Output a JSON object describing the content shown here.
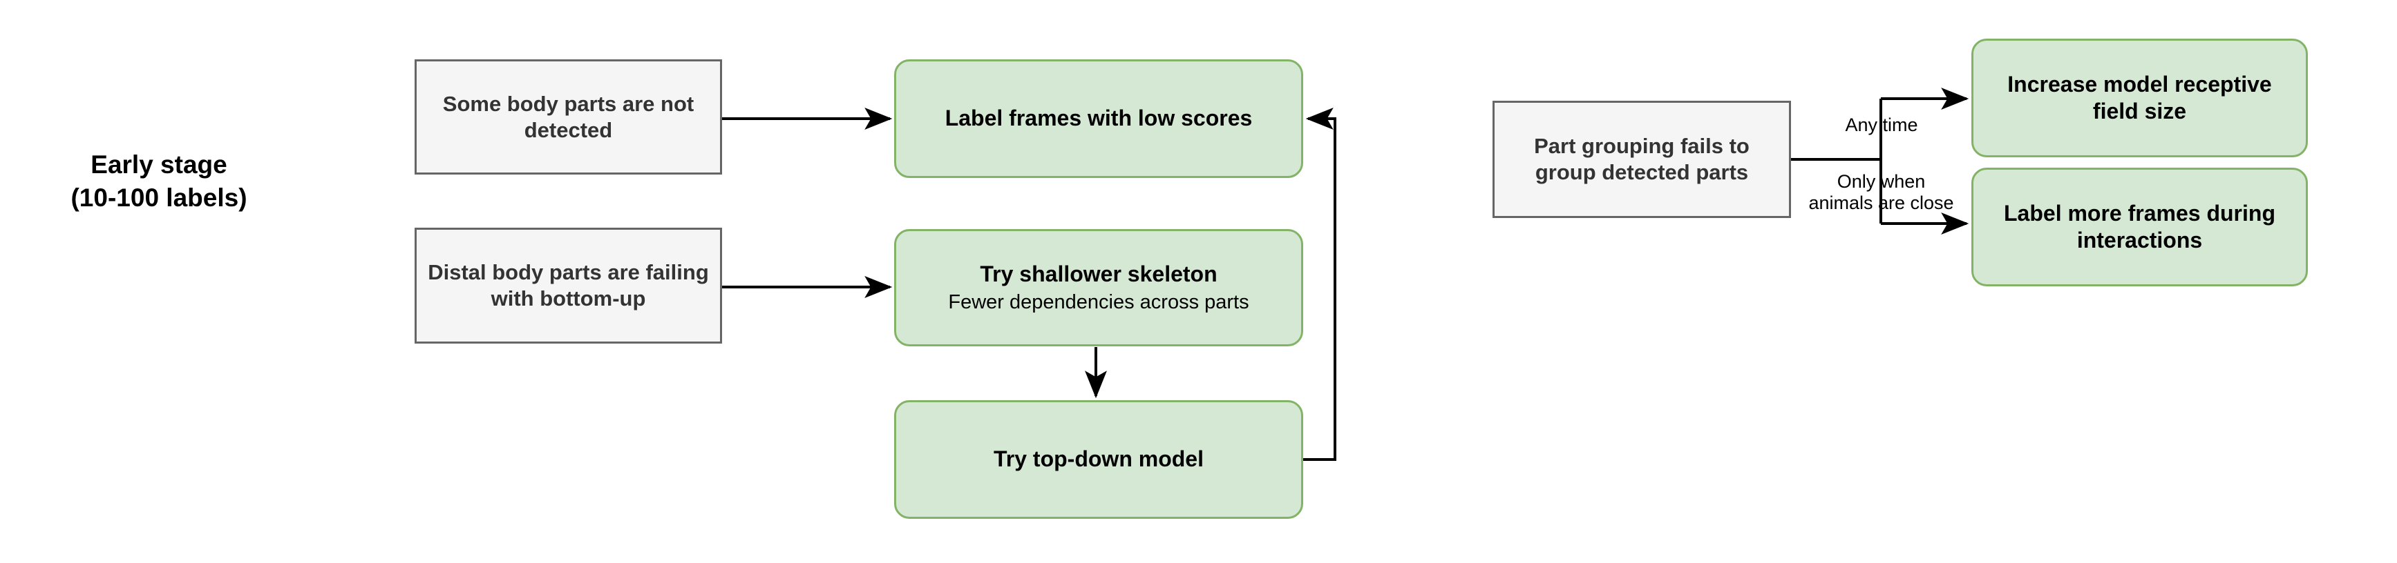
{
  "diagram": {
    "title_label": {
      "line1": "Early stage",
      "line2": "(10-100 labels)"
    },
    "colors": {
      "problem_fill": "#f5f5f5",
      "problem_border": "#666666",
      "action_fill": "#d5e8d4",
      "action_border": "#82b366",
      "edge": "#000000",
      "text": "#000000"
    },
    "nodes": {
      "problem_missing_parts": {
        "text": "Some body parts are not detected"
      },
      "problem_distal_parts": {
        "text": "Distal body parts are failing with bottom-up"
      },
      "problem_part_grouping": {
        "text": "Part grouping fails to group detected parts"
      },
      "action_label_low_scores": {
        "title": "Label frames with low scores",
        "subtitle": ""
      },
      "action_shallower_skeleton": {
        "title": "Try shallower skeleton",
        "subtitle": "Fewer dependencies across parts"
      },
      "action_top_down": {
        "title": "Try top-down model",
        "subtitle": ""
      },
      "action_receptive_field": {
        "title": "Increase model receptive field size",
        "subtitle": ""
      },
      "action_label_interactions": {
        "title": "Label more frames during interactions",
        "subtitle": ""
      }
    },
    "edge_labels": {
      "any_time": "Any time",
      "only_when_close_line1": "Only when",
      "only_when_close_line2": "animals are close"
    }
  }
}
